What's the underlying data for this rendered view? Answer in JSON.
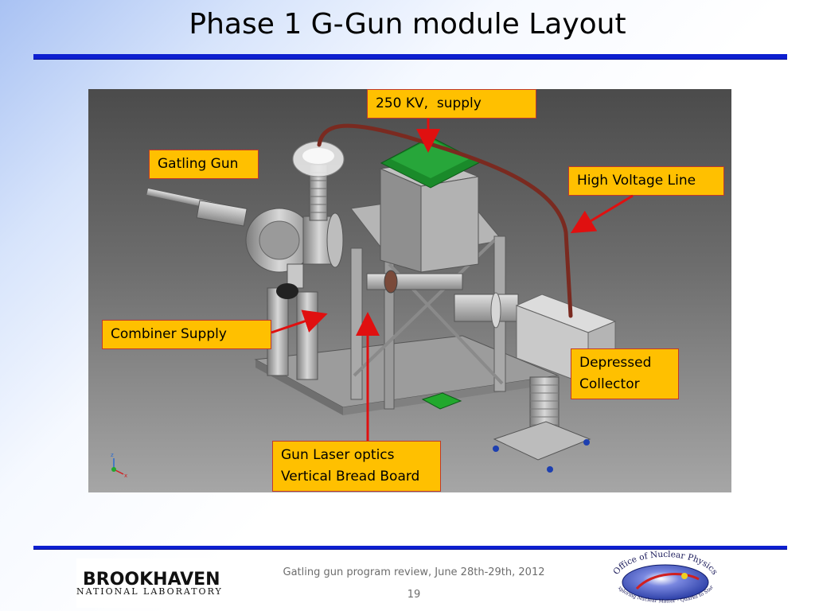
{
  "slide": {
    "title": "Phase 1 G-Gun module Layout"
  },
  "callouts": {
    "supply_250kv": "250 KV,  supply",
    "gatling_gun": "Gatling Gun",
    "high_voltage_line": "High Voltage Line",
    "combiner_supply": "Combiner Supply",
    "depressed_collector_line1": "Depressed",
    "depressed_collector_line2": "Collector",
    "laser_optics_line1": "Gun Laser optics",
    "laser_optics_line2": "Vertical Bread Board"
  },
  "footer": {
    "review_text": "Gatling gun program review, June 28th-29th, 2012",
    "page_number": "19",
    "bnl_name": "BROOKHAVEN",
    "bnl_subtitle": "NATIONAL LABORATORY",
    "onp_top": "Office of Nuclear Physics",
    "onp_bottom": "Exploring Nuclear Matter - Quarks to Stars"
  },
  "axis_triad": {
    "z": "z",
    "x": "x"
  },
  "colors": {
    "rule_blue": "#0d1fd0",
    "callout_fill": "#ffc000",
    "callout_border": "#c0392b",
    "arrow_red": "#e01010",
    "hv_line": "#7a2a20",
    "supply_green": "#1a8a2a"
  }
}
